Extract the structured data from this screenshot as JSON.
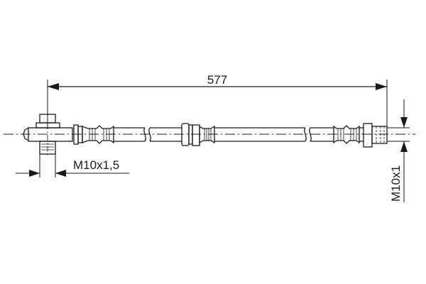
{
  "drawing": {
    "type": "brake-hose-technical-drawing",
    "colors": {
      "line": "#1a1a1a",
      "background": "#ffffff"
    },
    "dimensions": {
      "length": {
        "label": "577"
      },
      "left_thread": {
        "label": "M10x1,5"
      },
      "right_thread": {
        "label": "M10x1"
      }
    },
    "components": {
      "left_end": "banjo-fitting-with-bolt",
      "middle": "support-bracket-sleeve",
      "right_end": "threaded-male-fitting"
    }
  }
}
